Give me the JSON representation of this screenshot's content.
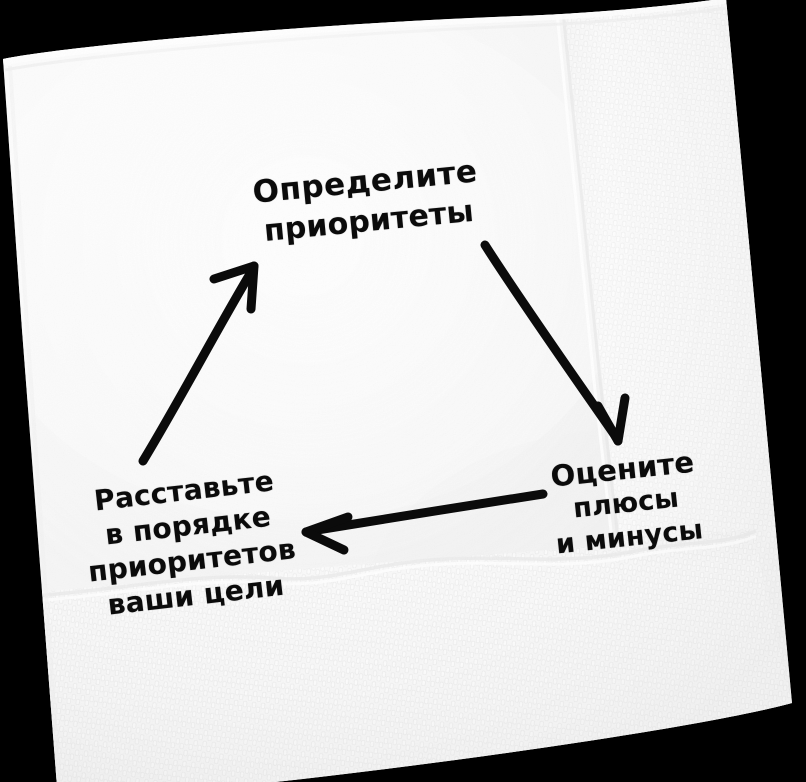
{
  "scene": {
    "kind": "hand-drawn-diagram-on-napkin",
    "background_color": "#000000",
    "napkin_color": "#f4f4f4",
    "ink_color": "#0b0b0b"
  },
  "diagram": {
    "title_implied": "Cycle of three steps",
    "nodes": [
      {
        "id": "priorities",
        "position": "top",
        "lines": [
          "Определите",
          "приоритеты"
        ]
      },
      {
        "id": "pros-cons",
        "position": "right",
        "lines": [
          "Оцените",
          "плюсы",
          "и минусы"
        ]
      },
      {
        "id": "order-goals",
        "position": "left",
        "lines": [
          "Расставьте",
          "в порядке",
          "приоритетов",
          "ваши цели"
        ]
      }
    ],
    "arrows": [
      {
        "id": "arrow-left-up",
        "from": "order-goals",
        "to": "priorities",
        "direction": "up-right",
        "head_at": "end"
      },
      {
        "id": "arrow-right-down",
        "from": "priorities",
        "to": "pros-cons",
        "direction": "down-right",
        "head_at": "end"
      },
      {
        "id": "arrow-bottom-left",
        "from": "pros-cons",
        "to": "order-goals",
        "direction": "left",
        "head_at": "end"
      }
    ]
  }
}
